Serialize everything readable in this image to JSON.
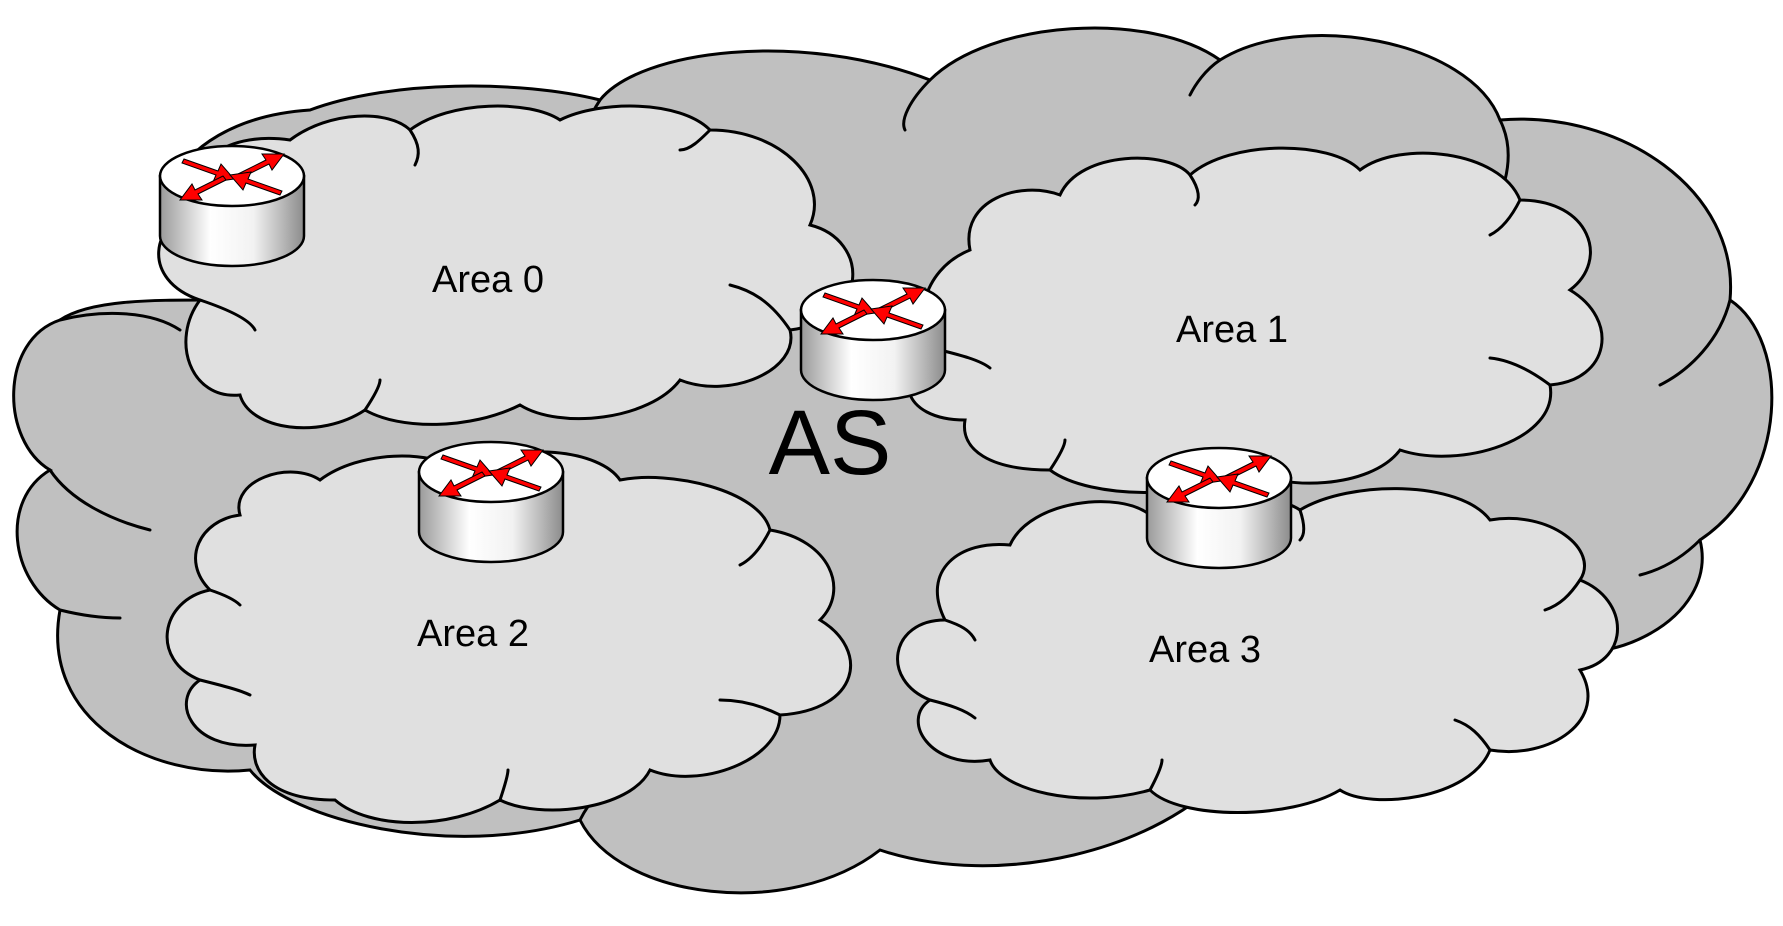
{
  "diagram": {
    "as_label": "AS",
    "areas": [
      {
        "id": "area-0",
        "label": "Area 0"
      },
      {
        "id": "area-1",
        "label": "Area 1"
      },
      {
        "id": "area-2",
        "label": "Area 2"
      },
      {
        "id": "area-3",
        "label": "Area 3"
      }
    ],
    "routers": [
      {
        "id": "router-area0-edge",
        "icon": "router-icon"
      },
      {
        "id": "router-area0-area1",
        "icon": "router-icon"
      },
      {
        "id": "router-area0-area2",
        "icon": "router-icon"
      },
      {
        "id": "router-area1-area3",
        "icon": "router-icon"
      }
    ],
    "colors": {
      "as_cloud": "#c0c0c0",
      "area_cloud": "#e0e0e0",
      "router_arrows": "#ff0000",
      "outline": "#000000"
    }
  }
}
